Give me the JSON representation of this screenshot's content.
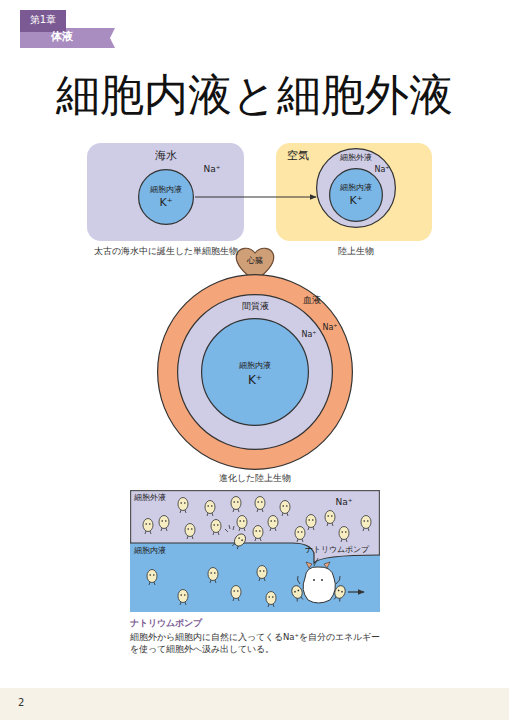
{
  "diagram": {
    "title": "細胞内液と細胞外液",
    "nodes": [
      {
        "text": [
          "海水",
          "Na⁺"
        ]
      },
      {
        "text": [
          "細胞内液",
          "K⁺"
        ],
        "in": 0
      },
      {
        "text": [
          "空気"
        ]
      },
      {
        "text": [
          "細胞外液",
          "Na⁺"
        ],
        "in": 2
      },
      {
        "text": [
          "細胞内液",
          "K⁺"
        ],
        "in": 3
      },
      {
        "text": [
          "心臓"
        ]
      },
      {
        "text": [
          "血液",
          "Na⁺"
        ]
      },
      {
        "text": [
          "間質液",
          "Na⁺"
        ],
        "in": 6
      },
      {
        "text": [
          "細胞内液",
          "K⁺"
        ],
        "in": 7
      },
      {
        "text": [
          "細胞外液",
          "Na⁺"
        ]
      },
      {
        "text": [
          "細胞内液"
        ],
        "in": 9
      }
    ],
    "edges": [
      {
        "from": 1,
        "to": 3,
        "arrow": "to"
      }
    ],
    "labels": [
      "第1章",
      "体液",
      "太古の海水中に誕生した単細胞生物",
      "陸上生物",
      "進化した陸上生物",
      "ナトリウムポンプ",
      "ナトリウムポンプ",
      "細胞外から細胞内に自然に入ってくるNa⁺を自分のエネルギーを使って細胞外へ汲み出している。",
      "2"
    ]
  }
}
